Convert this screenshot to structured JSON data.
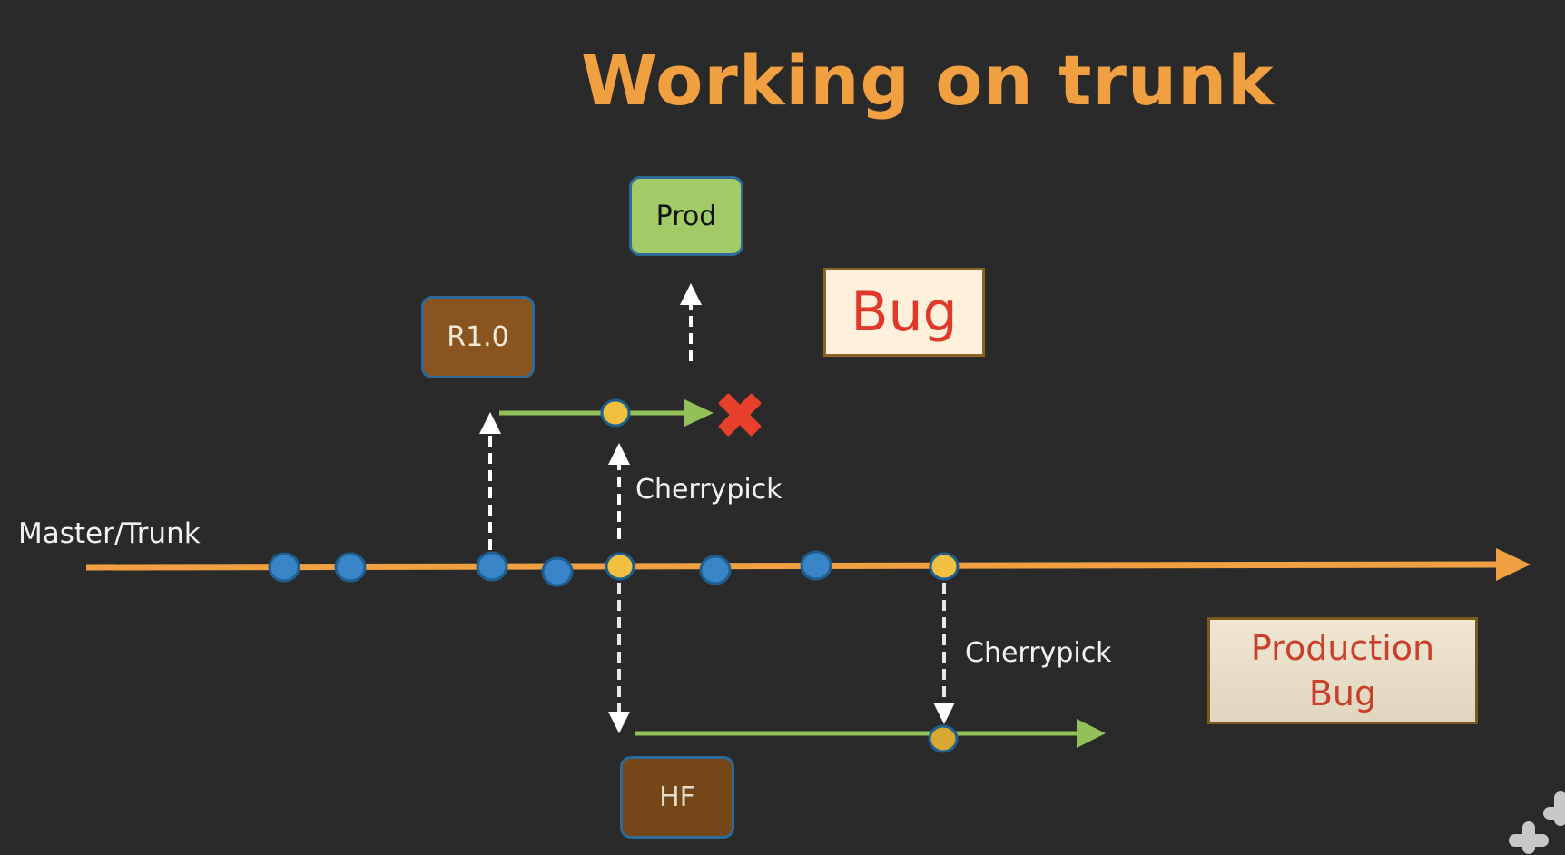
{
  "slide": {
    "title": "Working on trunk",
    "trunk_label": "Master/Trunk",
    "release_tag": "R1.0",
    "prod_tag": "Prod",
    "hotfix_tag": "HF",
    "bug_callout": "Bug",
    "production_bug_callout": [
      "Production",
      "Bug"
    ],
    "cherrypick_upper": "Cherrypick",
    "cherrypick_lower": "Cherrypick"
  },
  "branches": {
    "trunk": {
      "name": "Master/Trunk",
      "commits": [
        "normal",
        "normal",
        "normal",
        "normal",
        "fix",
        "normal",
        "normal",
        "fix"
      ]
    },
    "release": {
      "name": "R1.0",
      "commits": [
        "cherrypicked-fix"
      ],
      "status": "rejected"
    },
    "hotfix": {
      "name": "HF",
      "commits": [
        "cherrypicked-fix"
      ]
    }
  },
  "icons": {
    "reject": "cross-mark-icon",
    "logo": "plus-signs-logo-icon"
  },
  "colors": {
    "background": "#2a2a2a",
    "title": "#f0a040",
    "trunk_line": "#f0a040",
    "branch_line": "#94c05a",
    "commit_normal": "#3a85c8",
    "commit_fix": "#f2c040",
    "commit_border": "#1f5f8f",
    "reject_mark": "#e8402a",
    "dashed_arrow": "#ffffff"
  }
}
